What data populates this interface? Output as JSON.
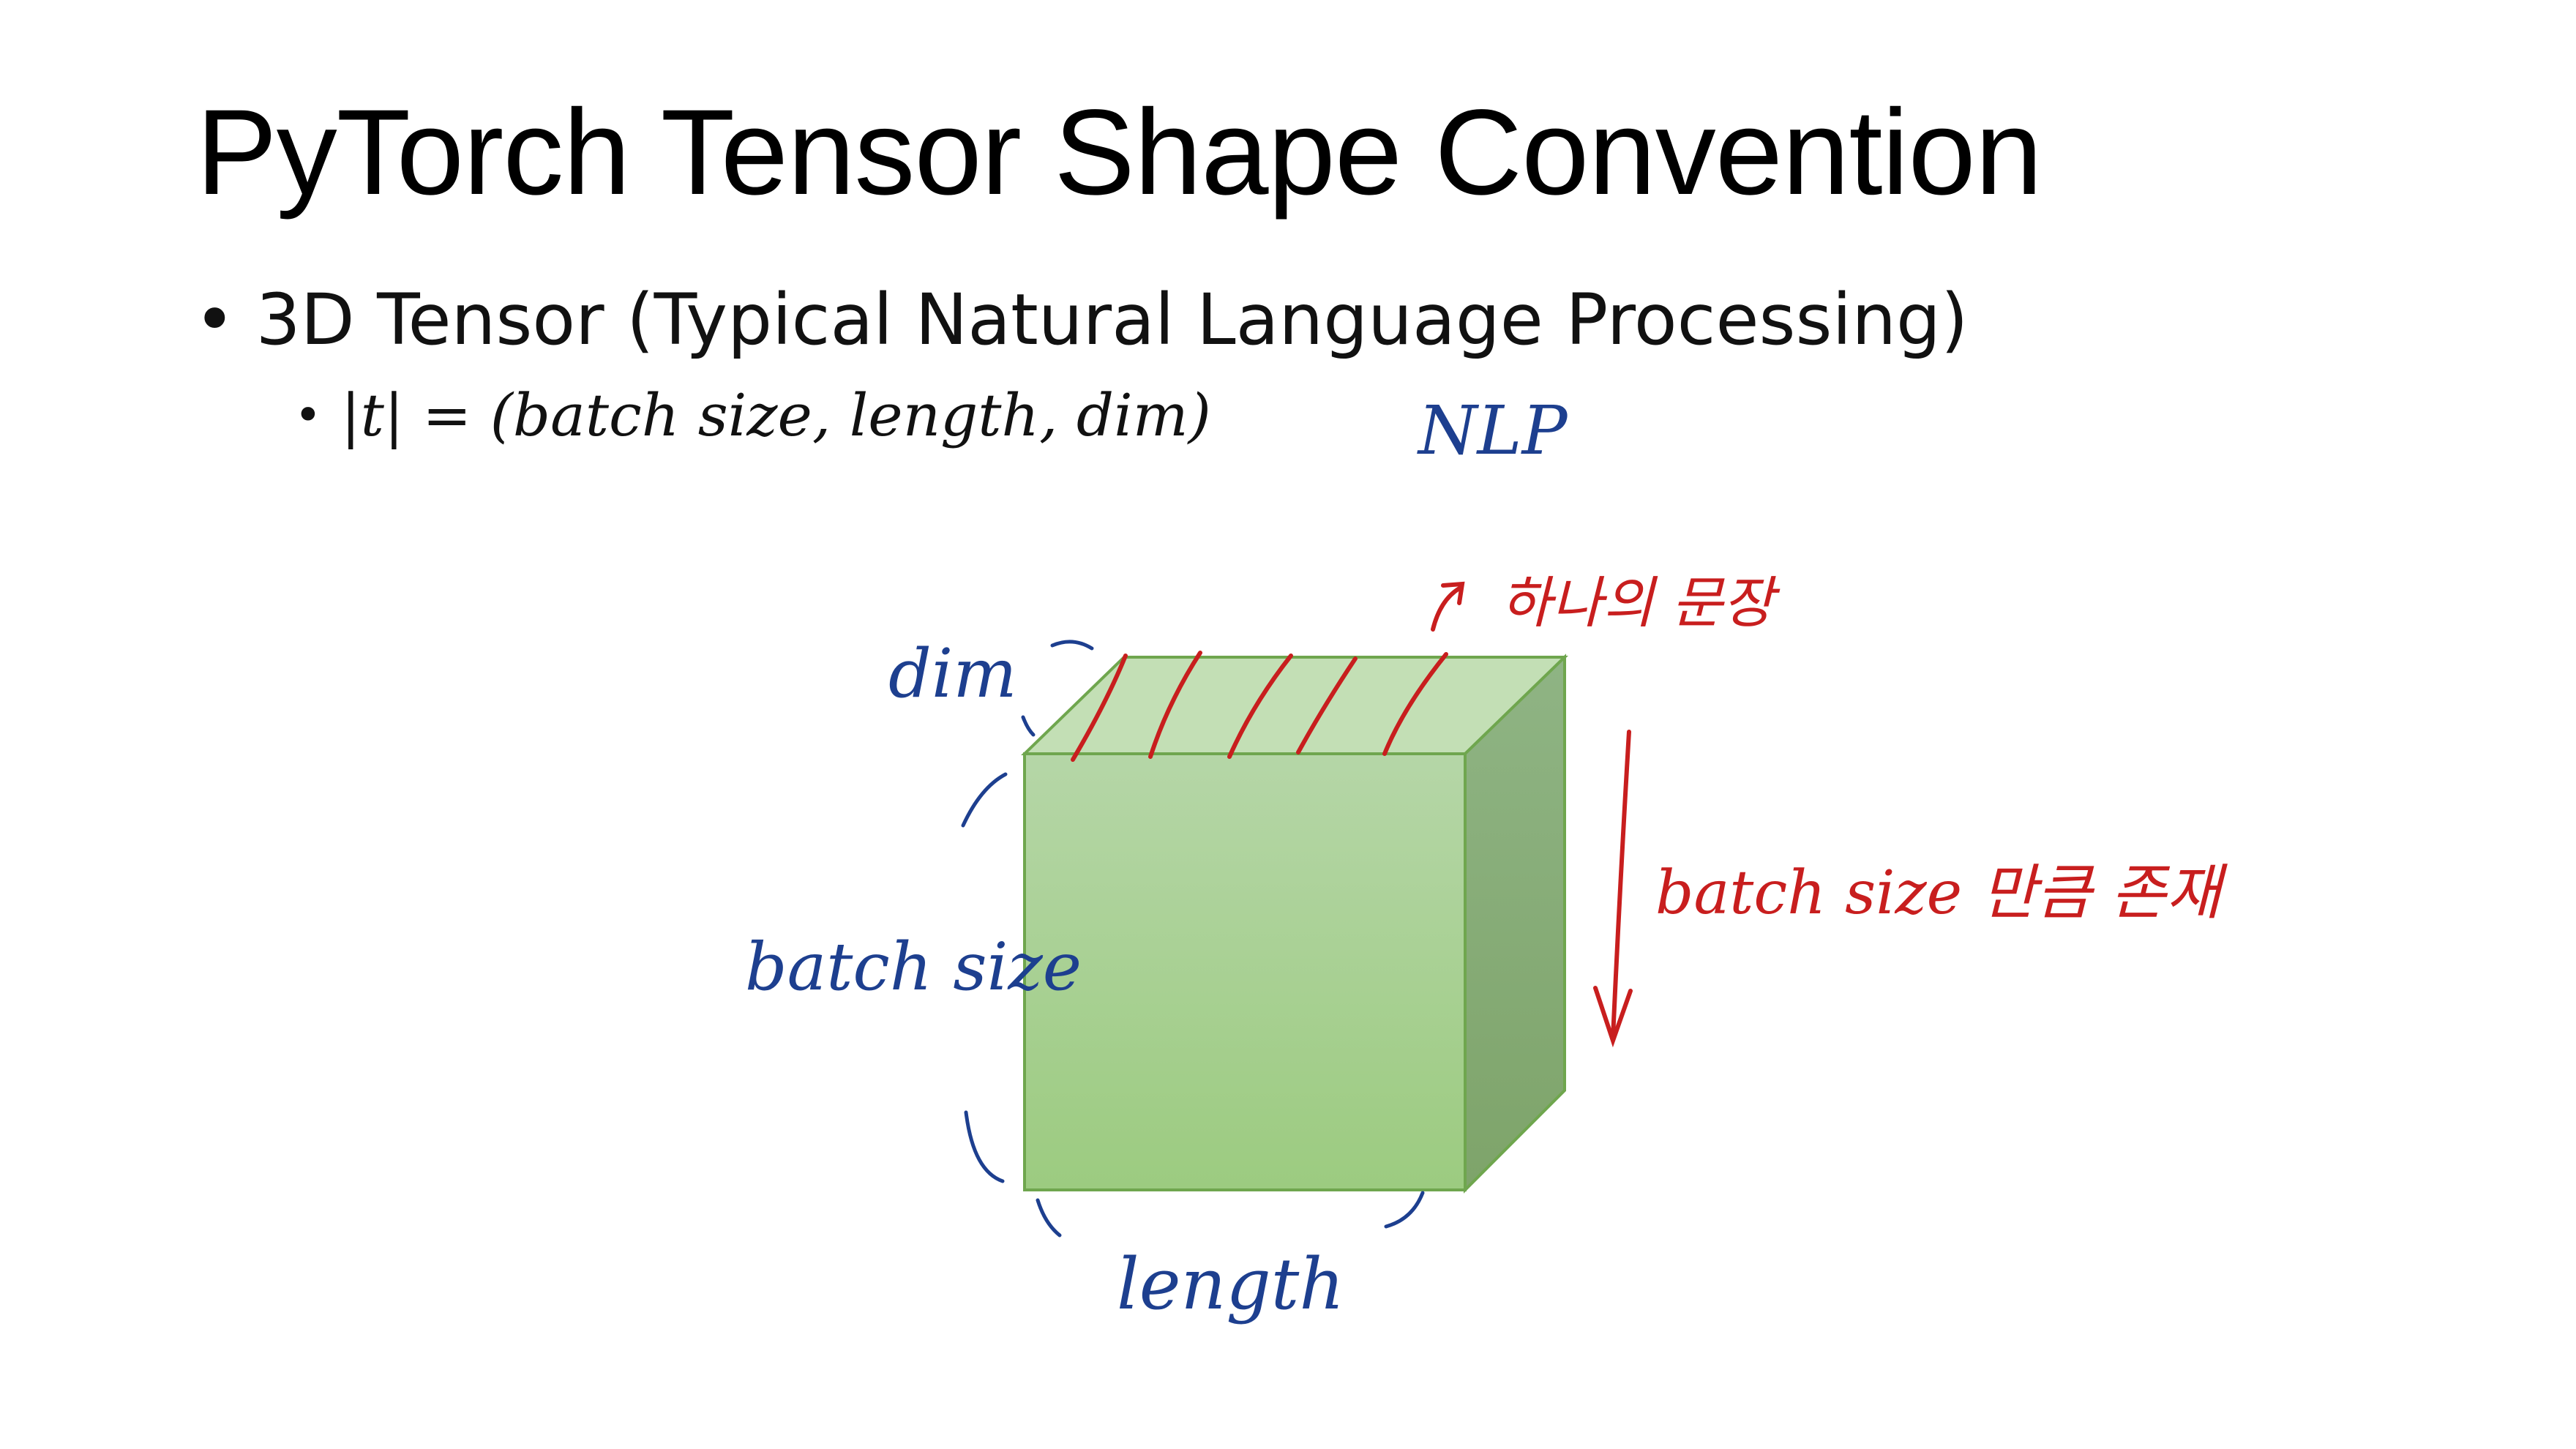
{
  "slide": {
    "title": "PyTorch Tensor Shape Convention",
    "bullets": [
      {
        "text": "3D Tensor (Typical Natural Language Processing)"
      },
      {
        "text": "|t| = (batch size, length, dim)"
      }
    ],
    "bullet_symbol": "•"
  },
  "annotations": {
    "nlp": "NLP",
    "dim": "dim",
    "batch_size": "batch size",
    "length": "length",
    "sentence_note": "하나의 문장",
    "batch_note": "batch size 만큼 존재"
  },
  "colors": {
    "cube_front_top": "#b5d6a7",
    "cube_front_bottom": "#9ccb80",
    "cube_top": "#c3dfb5",
    "cube_side": "#86ac77",
    "cube_edge": "#6fa64e",
    "annotation_blue": "#1d3f8f",
    "annotation_red": "#c81e1e"
  },
  "icons": {
    "cube": "3d-tensor-cube-shape"
  }
}
